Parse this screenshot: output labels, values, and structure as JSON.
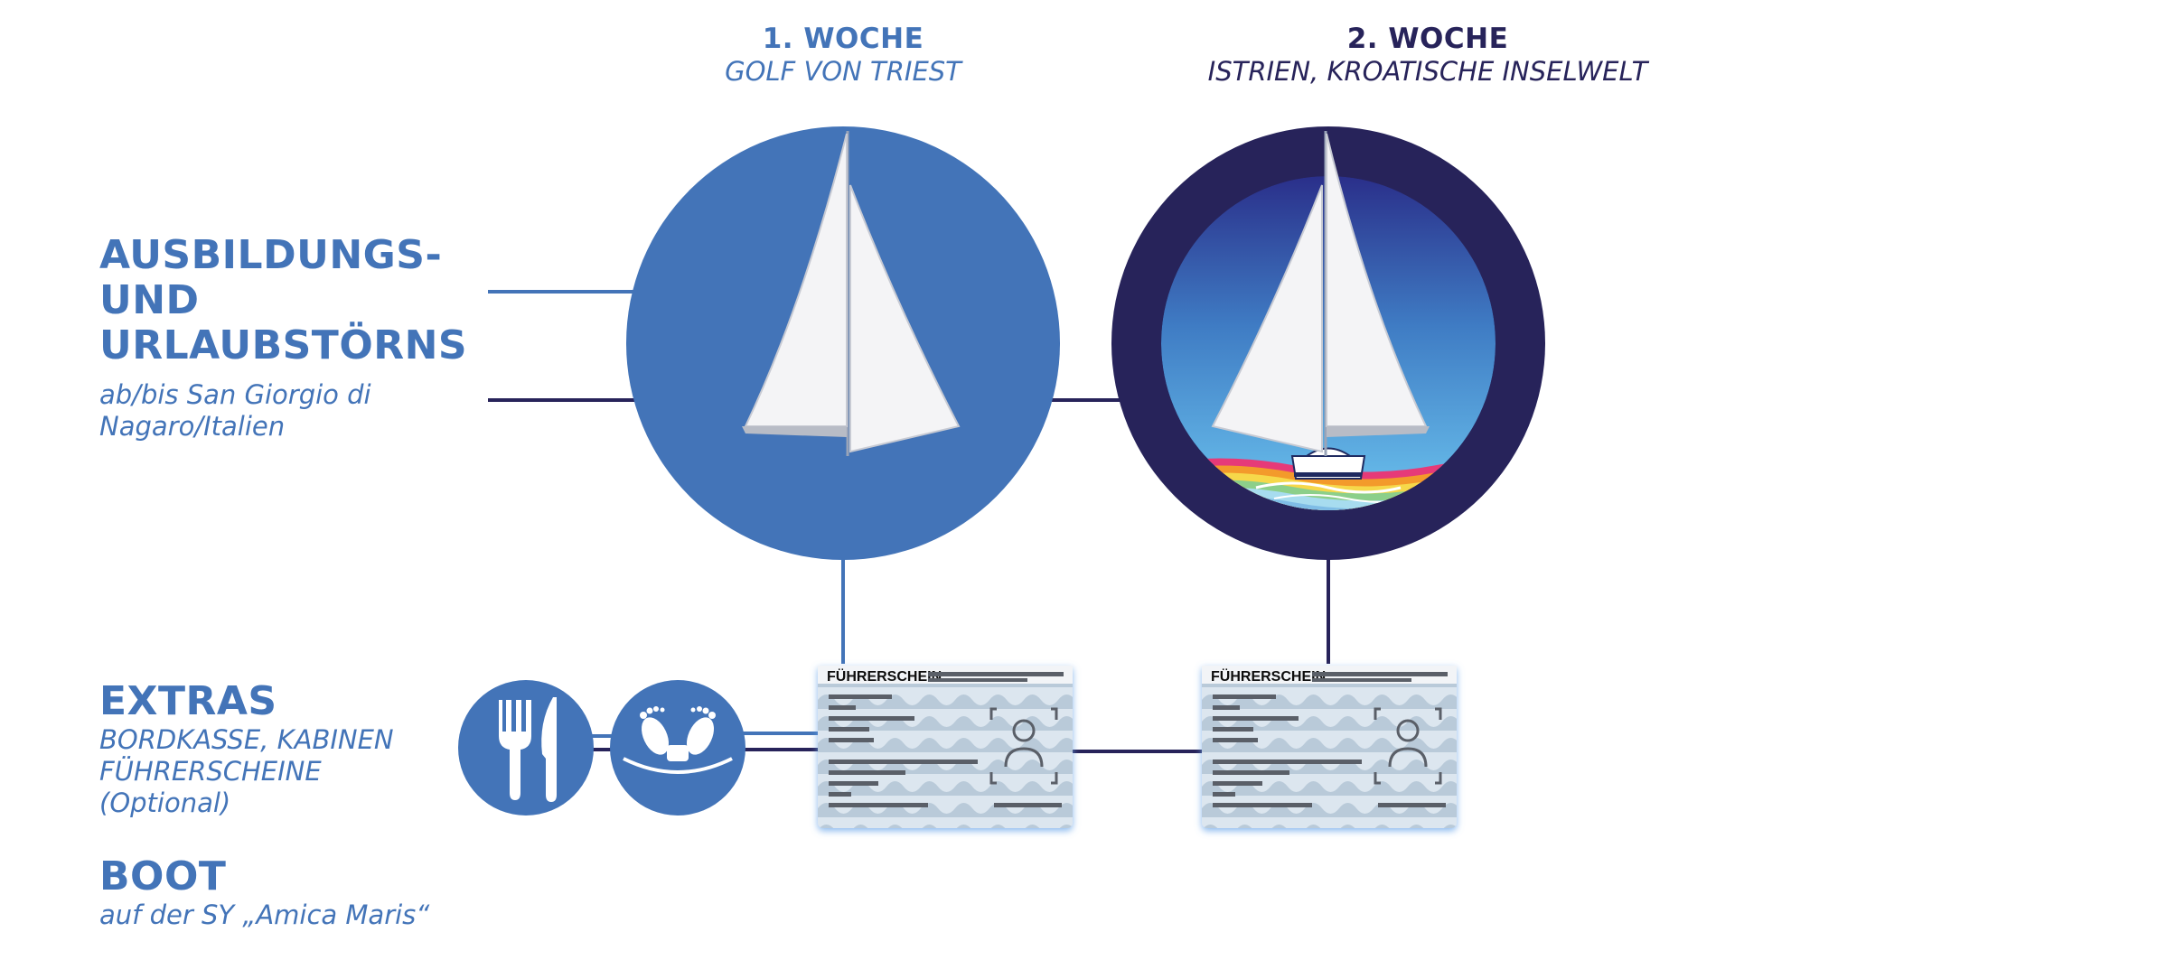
{
  "week1": {
    "title": "1. WOCHE",
    "subtitle": "GOLF VON TRIEST"
  },
  "week2": {
    "title": "2. WOCHE",
    "subtitle": "ISTRIEN, KROATISCHE INSELWELT"
  },
  "training": {
    "title_lines": [
      "AUSBILDUNGS-",
      "UND",
      "URLAUBSTÖRNS"
    ],
    "subtitle_lines": [
      "ab/bis San Giorgio di",
      "Nagaro/Italien"
    ]
  },
  "extras": {
    "title": "EXTRAS",
    "lines": [
      "BORDKASSE, KABINEN",
      "FÜHRERSCHEINE",
      "(Optional)"
    ]
  },
  "boat": {
    "title": "BOOT",
    "subtitle": "auf der SY „Amica Maris“"
  },
  "license_card": {
    "label": "FÜHRERSCHEIN"
  },
  "icons": [
    "cutlery-icon",
    "feet-icon",
    "sailboat-icon",
    "license-card-icon"
  ],
  "colors": {
    "blue": "#4374b8",
    "navy": "#27235a",
    "sky_top": "#2a2f8a",
    "sky_bottom": "#6cc4ef"
  }
}
